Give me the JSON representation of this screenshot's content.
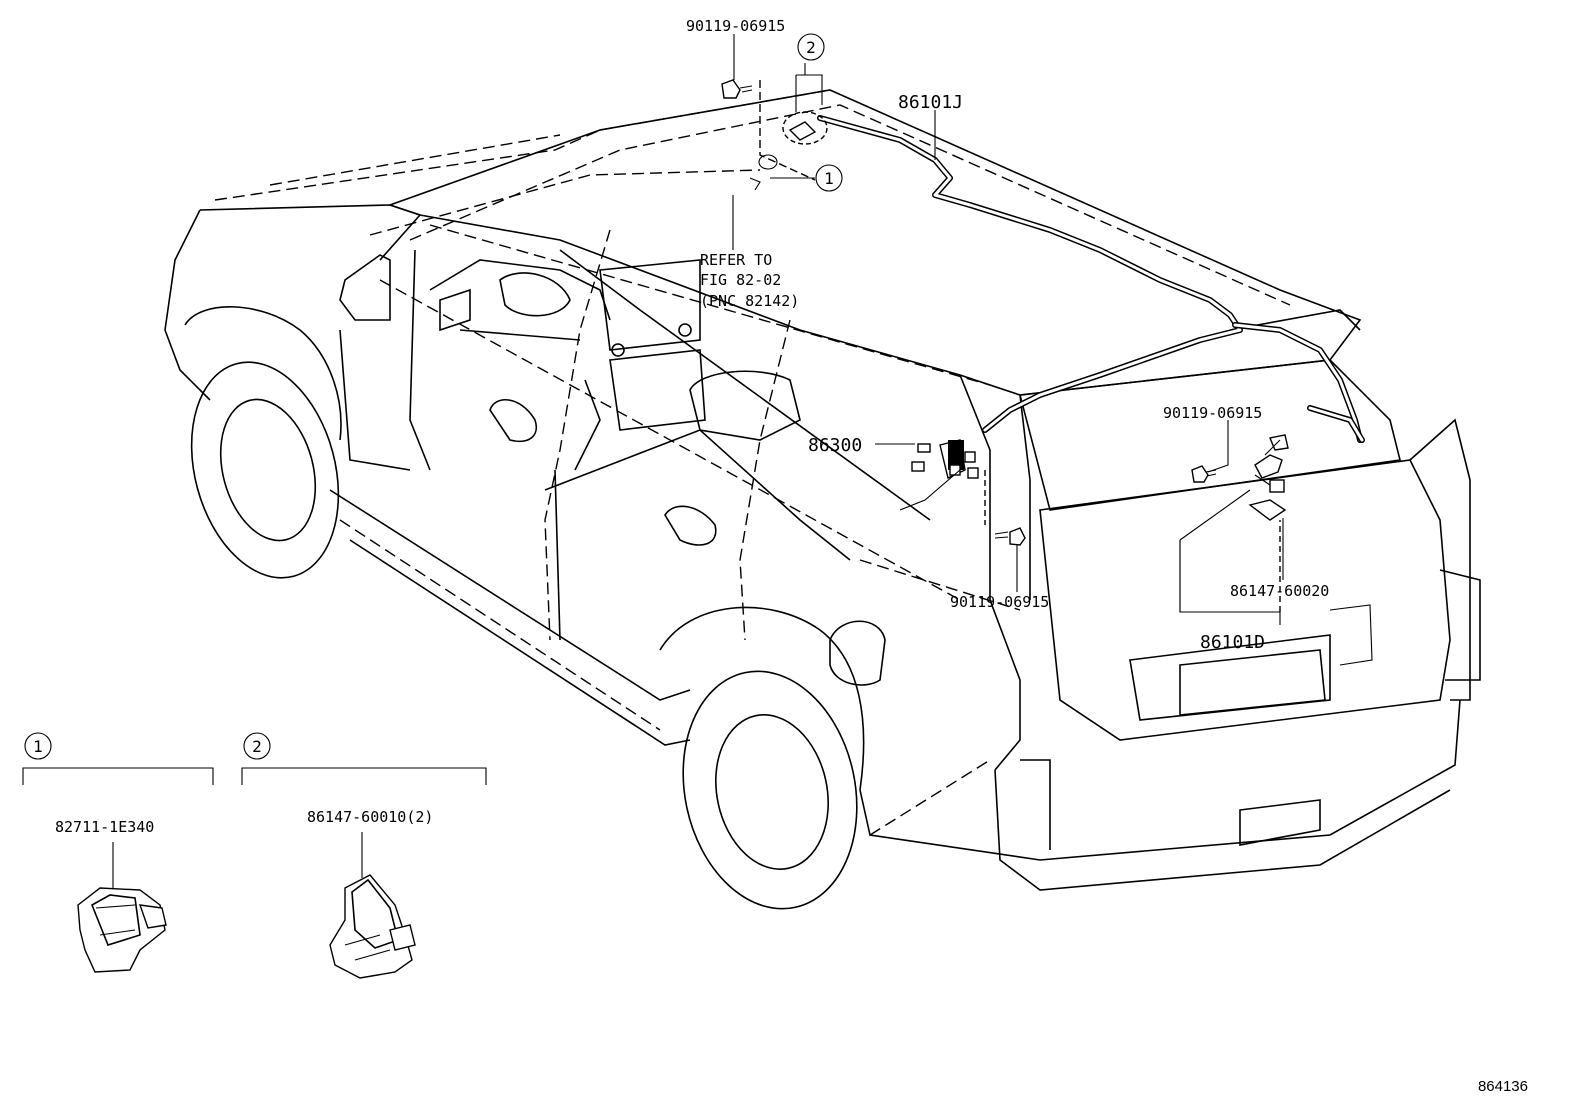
{
  "figure_code": "864136",
  "callouts": {
    "bolt_top": "90119-06915",
    "bolt_right": "90119-06915",
    "bolt_lower": "90119-06915",
    "wire_roof": "86101J",
    "wire_back": "86101D",
    "amp": "86300",
    "clamp_back": "86147-60020",
    "refer_line1": "REFER TO",
    "refer_line2": "FIG 82-02",
    "refer_line3": "(PNC 82142)"
  },
  "markers": {
    "one": "1",
    "two": "2"
  },
  "details": [
    {
      "marker": "1",
      "part_number": "82711-1E340"
    },
    {
      "marker": "2",
      "part_number": "86147-60010(2)"
    }
  ]
}
